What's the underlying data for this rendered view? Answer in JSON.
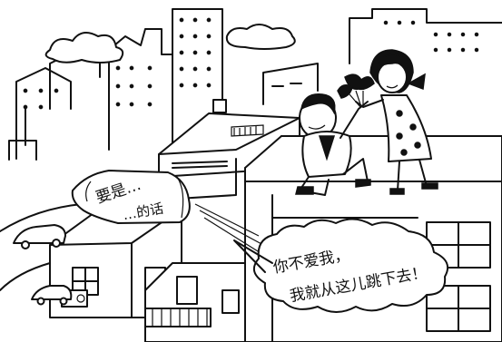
{
  "banner": {
    "line1": "要是…",
    "line2": "…的话"
  },
  "speech": {
    "line1": "你不爱我，",
    "line2": "我就从这儿跳下去！"
  },
  "colors": {
    "ink": "#111111",
    "paper": "#ffffff"
  }
}
